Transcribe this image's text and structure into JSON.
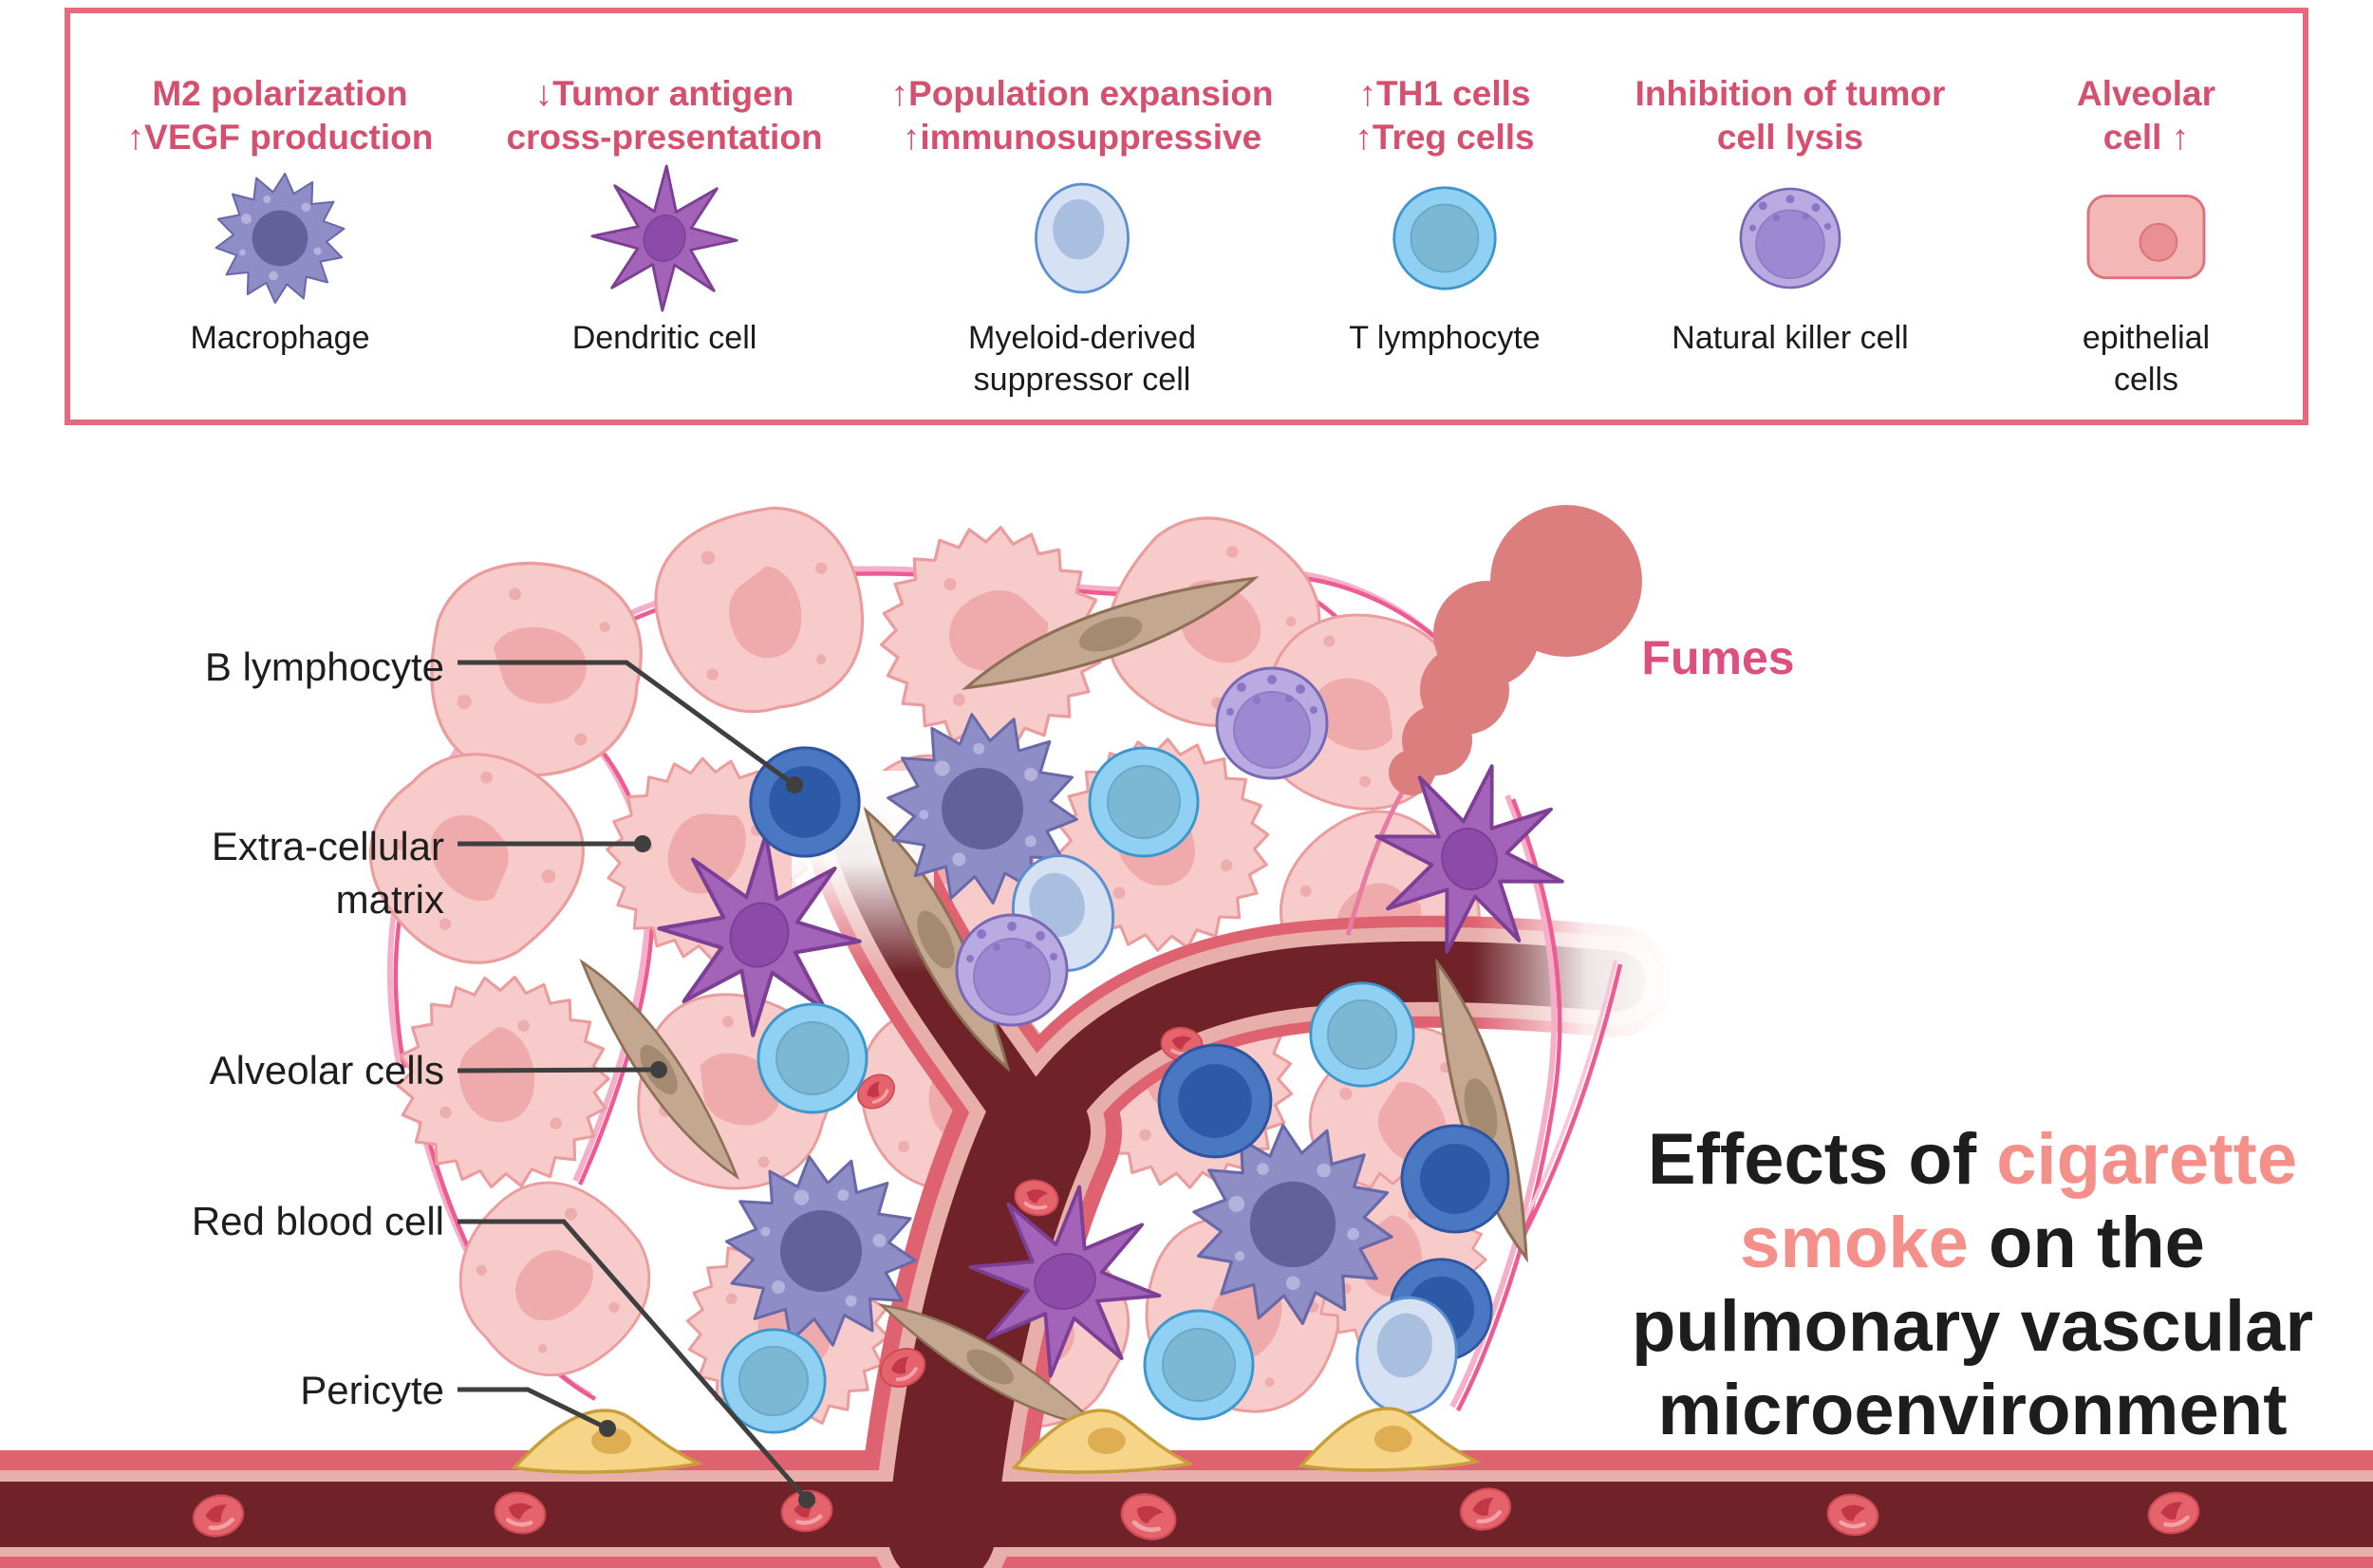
{
  "legend": {
    "items": [
      {
        "icon": "macrophage-icon",
        "caption": "M2 polarization\n↑VEGF production",
        "label": "Macrophage"
      },
      {
        "icon": "dendritic-cell-icon",
        "caption": "↓Tumor antigen\ncross-presentation",
        "label": "Dendritic cell"
      },
      {
        "icon": "mdsc-icon",
        "caption": "↑Population expansion\n↑immunosuppressive",
        "label": "Myeloid-derived\nsuppressor cell"
      },
      {
        "icon": "t-lymphocyte-icon",
        "caption": "↑TH1 cells\n↑Treg cells",
        "label": "T lymphocyte"
      },
      {
        "icon": "nk-cell-icon",
        "caption": "Inhibition of tumor\ncell lysis",
        "label": "Natural killer cell"
      },
      {
        "icon": "epithelial-cell-icon",
        "caption": "Alveolar\ncell ↑",
        "label": "epithelial\ncells"
      }
    ]
  },
  "annotations": {
    "b_lymphocyte": "B lymphocyte",
    "ecm": "Extra-cellular\nmatrix",
    "alveolar": "Alveolar cells",
    "rbc": "Red blood cell",
    "pericyte": "Pericyte",
    "fumes": "Fumes"
  },
  "title": {
    "black1": "Effects of ",
    "accent1": "cigarette",
    "accent2": "smoke",
    "black2": " on the",
    "line3": "pulmonary vascular",
    "line4": "microenvironment"
  },
  "colors": {
    "legend_border": "#e5697f",
    "caption_pink": "#d5506f",
    "fumes_pink": "#dd4f7e",
    "title_accent": "#f58f8a",
    "title_black": "#1d1d1d",
    "smoke": "#dc7e7e",
    "vessel_outer": "#df6270",
    "vessel_inner_line": "#e8aeaa",
    "vessel_lumen": "#6f2328",
    "red_blood_cell": "#e5646c",
    "tumor_cell": "#f7cbca",
    "ecm_fiber": "#ee5a92",
    "pericyte": "#f6d488",
    "alveolar_cell": "#c3a791",
    "b_cell": "#4a77c2",
    "t_cell": "#90d0f2",
    "mdsc": "#d6e2f4",
    "nk_cell": "#b9abe2",
    "macrophage": "#8e8dc5",
    "dendritic": "#a263b8",
    "leader_line": "#3f3f3f"
  }
}
